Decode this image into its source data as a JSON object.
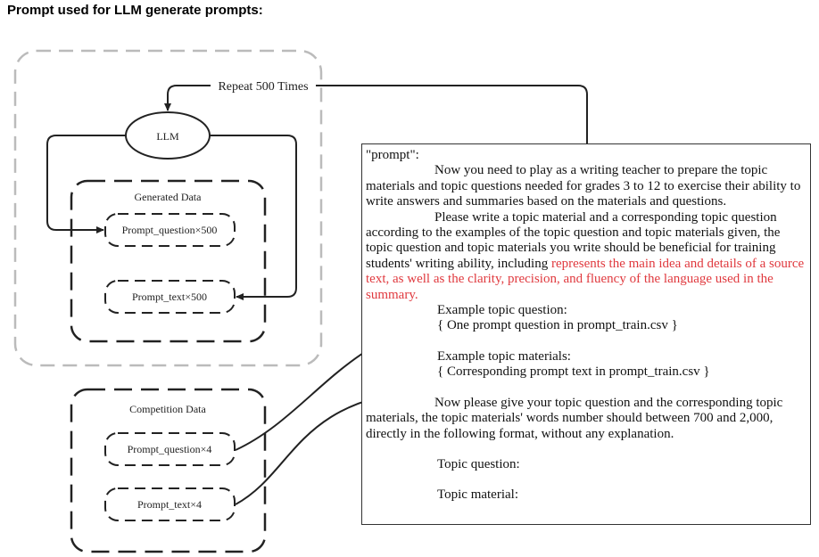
{
  "page_title": "Prompt used for LLM generate prompts:",
  "diagram": {
    "loop_label": "Repeat 500 Times",
    "llm_label": "LLM",
    "generated_group_label": "Generated Data",
    "generated_question_label": "Prompt_question×500",
    "generated_text_label": "Prompt_text×500",
    "competition_group_label": "Competition Data",
    "competition_question_label": "Prompt_question×4",
    "competition_text_label": "Prompt_text×4"
  },
  "prompt": {
    "key": "\"prompt\":",
    "para1": "Now you need to play as a writing teacher to prepare the topic materials and topic questions needed for grades 3 to 12 to exercise their ability to write answers and summaries based on the materials and questions.",
    "para2_plain": "Please write a topic material and a corresponding topic question according to the examples of the topic question and topic materials given, the topic question and topic materials you write should be beneficial for training students' writing ability, including ",
    "para2_highlight": "represents the main idea and details of a source text, as well as the clarity, precision, and fluency of the language used in the summary.",
    "example_question_label": "Example topic question:",
    "example_question_value": "{ One prompt question in prompt_train.csv }",
    "example_materials_label": "Example topic materials:",
    "example_materials_value": "{ Corresponding prompt text in prompt_train.csv }",
    "para3": "Now please give your topic question and the corresponding topic materials, the topic materials' words number should between 700 and 2,000, directly in the following format, without any explanation.",
    "topic_question_label": "Topic question:",
    "topic_material_label": "Topic material:",
    "highlight_color": "#e0393e"
  }
}
